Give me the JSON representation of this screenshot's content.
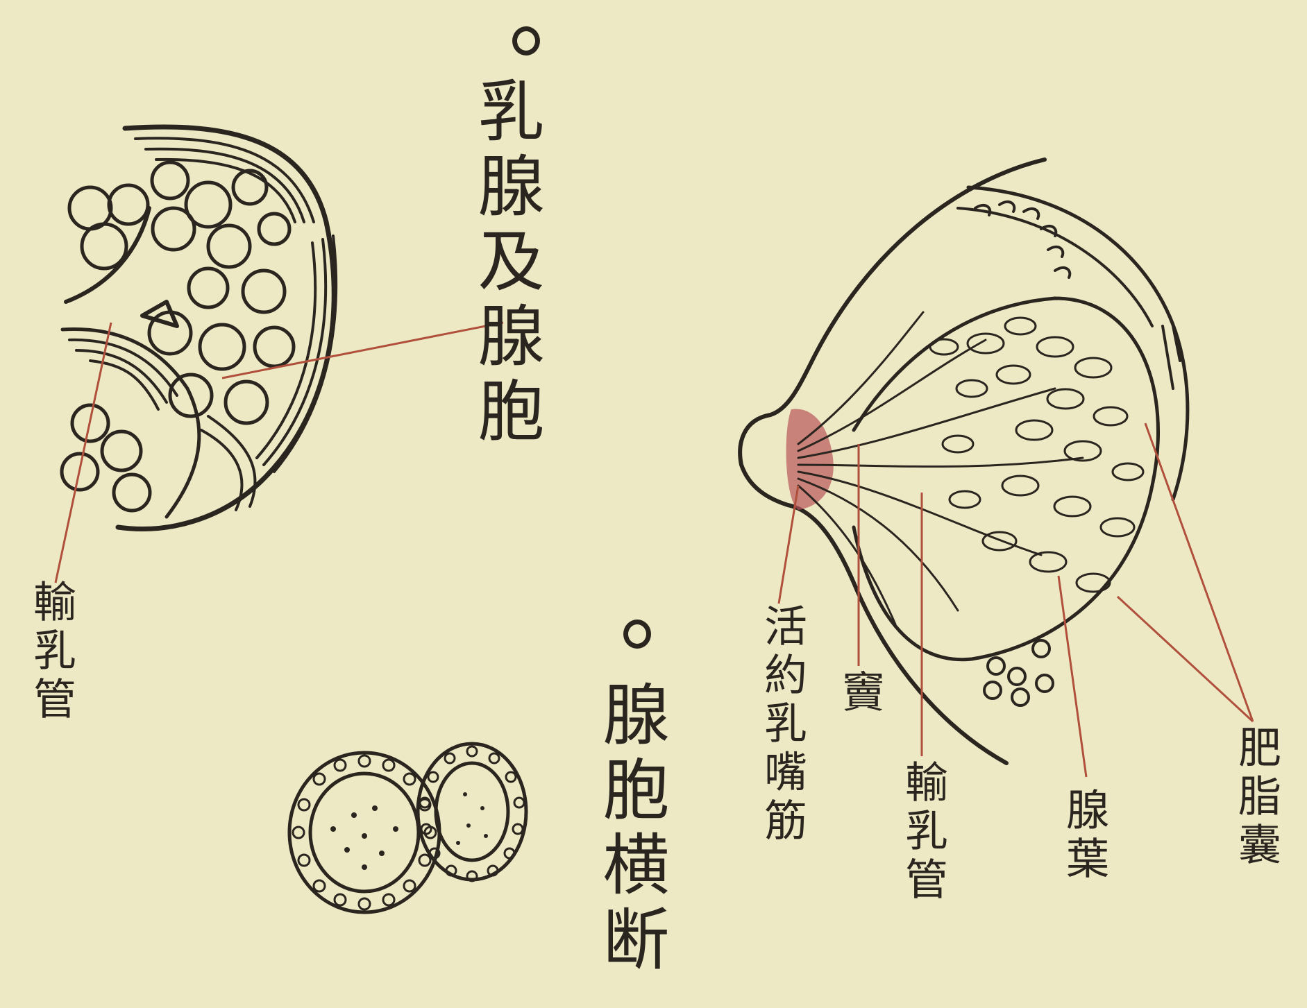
{
  "titles": {
    "mammary": "乳腺及腺胞",
    "section": "腺胞横断"
  },
  "labels": {
    "duct_left": "輸乳管",
    "muscle": "活約乳嘴筋",
    "sinus": "竇",
    "duct_right": "輸乳管",
    "lobe": "腺葉",
    "fat": "肥脂囊"
  },
  "colors": {
    "paper": "#ece9c4",
    "ink": "#2b2520",
    "leader": "#b0503c",
    "areola": "#b9565a"
  }
}
